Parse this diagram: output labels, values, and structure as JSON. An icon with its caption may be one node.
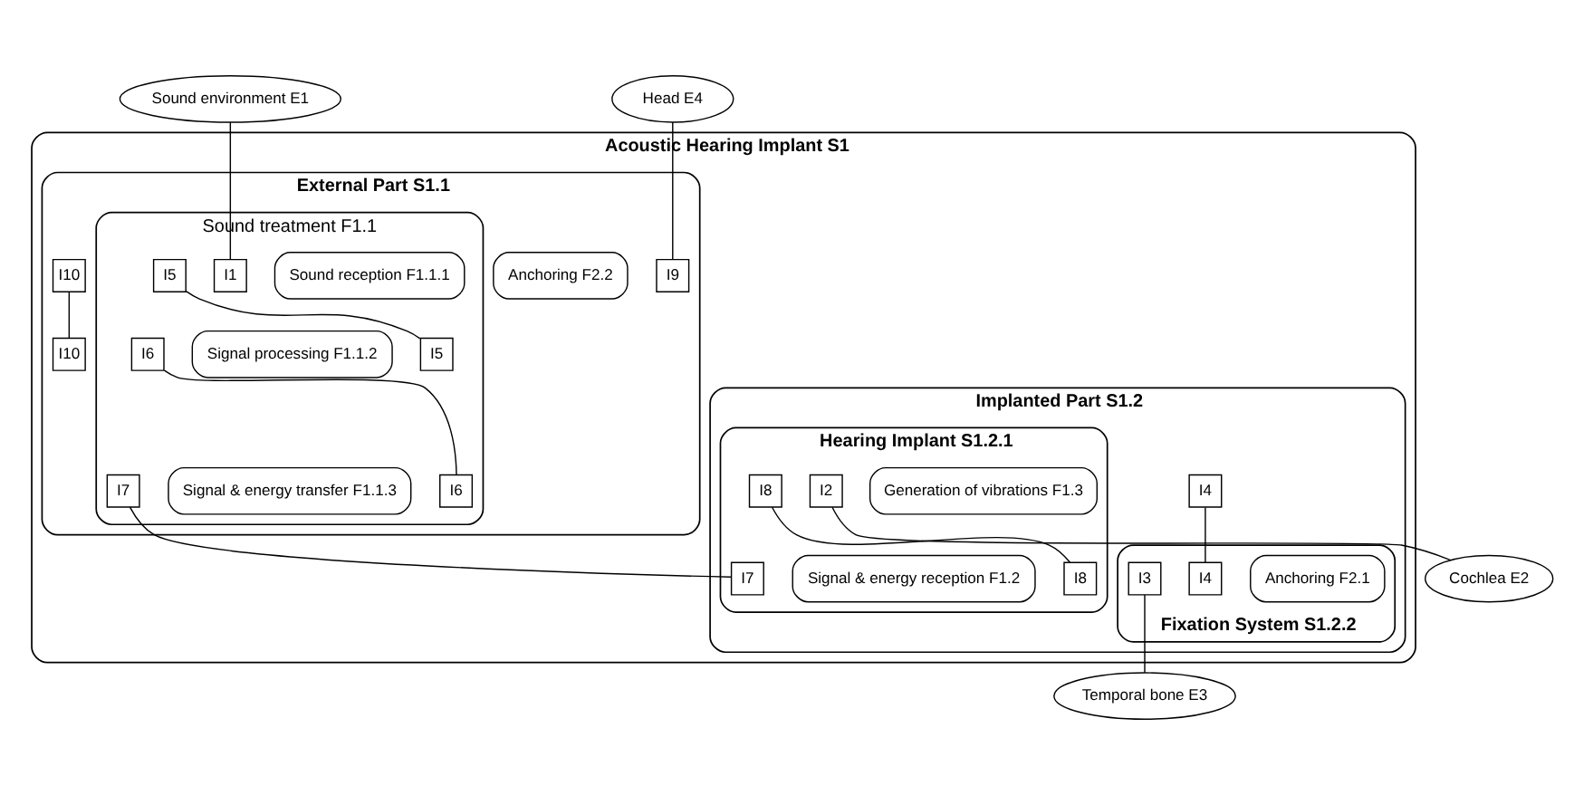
{
  "diagram": {
    "nodes": [
      {
        "text": [
          "Acoustic Hearing Implant S1"
        ]
      },
      {
        "text": [
          "External Part S1.1"
        ],
        "in": 0
      },
      {
        "text": [
          "Implanted Part S1.2"
        ],
        "in": 0
      },
      {
        "text": [
          "Sound treatment F1.1"
        ],
        "in": 1
      },
      {
        "text": [
          "Hearing Implant S1.2.1"
        ],
        "in": 2
      },
      {
        "text": [
          "Sound environment E1"
        ]
      },
      {
        "text": [
          "Cochlea E2"
        ]
      },
      {
        "text": [
          "Sound reception F1.1.1"
        ],
        "in": 3
      },
      {
        "text": [
          "I1"
        ],
        "in": 3
      },
      {
        "text": [
          "I5"
        ],
        "in": 3
      },
      {
        "text": [
          "Generation of vibrations F1.3"
        ],
        "in": 4
      },
      {
        "text": [
          "I2"
        ],
        "in": 4
      },
      {
        "text": [
          "I8"
        ],
        "in": 4
      },
      {
        "text": [
          "Signal processing F1.1.2"
        ],
        "in": 3
      },
      {
        "text": [
          "I6"
        ],
        "in": 3
      },
      {
        "text": [
          "I5"
        ],
        "in": 3
      },
      {
        "text": [
          "Signal & energy reception F1.2"
        ],
        "in": 4
      },
      {
        "text": [
          "I7"
        ],
        "in": 4
      },
      {
        "text": [
          "I8"
        ],
        "in": 4
      },
      {
        "text": [
          "Signal & energy transfer F1.1.3"
        ],
        "in": 3
      },
      {
        "text": [
          "I6"
        ],
        "in": 3
      },
      {
        "text": [
          "I7"
        ],
        "in": 3
      },
      {
        "text": [
          "I4"
        ],
        "in": 2
      },
      {
        "text": [
          "Fixation System S1.2.2"
        ],
        "in": 2
      },
      {
        "text": [
          "Anchoring F2.1"
        ],
        "in": 23
      },
      {
        "text": [
          "I4"
        ],
        "in": 23
      },
      {
        "text": [
          "I3"
        ],
        "in": 23
      },
      {
        "text": [
          "Temporal bone E3"
        ]
      },
      {
        "text": [
          "Head E4"
        ]
      },
      {
        "text": [
          "I10"
        ],
        "in": 1
      },
      {
        "text": [
          "Anchoring F2.2"
        ],
        "in": 1
      },
      {
        "text": [
          "I9"
        ],
        "in": 1
      },
      {
        "text": [
          "I10"
        ],
        "in": 1
      }
    ],
    "edges": [
      {
        "from": 5,
        "to": 8,
        "arrow": "none"
      },
      {
        "from": 9,
        "to": 15,
        "arrow": "none"
      },
      {
        "from": 14,
        "to": 20,
        "arrow": "none"
      },
      {
        "from": 21,
        "to": 17,
        "arrow": "none"
      },
      {
        "from": 12,
        "to": 18,
        "arrow": "none"
      },
      {
        "from": 11,
        "to": 6,
        "arrow": "none"
      },
      {
        "from": 22,
        "to": 25,
        "arrow": "none"
      },
      {
        "from": 26,
        "to": 27,
        "arrow": "none"
      },
      {
        "from": 28,
        "to": 31,
        "arrow": "none"
      },
      {
        "from": 32,
        "to": 29,
        "arrow": "none"
      }
    ]
  }
}
